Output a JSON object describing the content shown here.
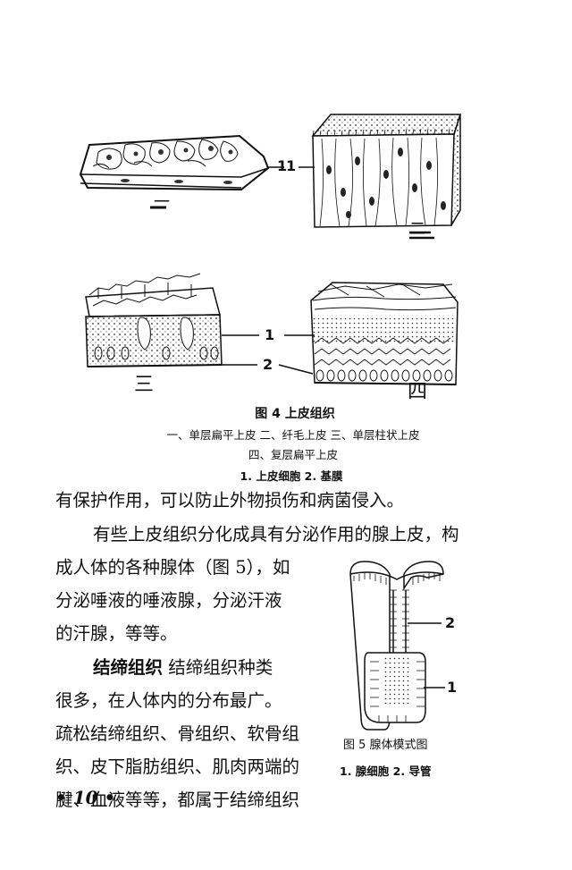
{
  "figure4": {
    "panel_labels": {
      "p1": "一",
      "p2": "二",
      "p3": "三",
      "p4": "四"
    },
    "num_labels": {
      "n1a": "1",
      "n1b": "1",
      "n2": "2"
    },
    "caption_title": "图 4   上皮组织",
    "caption_line1": "一、单层扁平上皮   二、纤毛上皮   三、单层柱状上皮",
    "caption_line2": "四、复层扁平上皮",
    "caption_line3": "1. 上皮细胞   2. 基膜"
  },
  "figure5": {
    "num_labels": {
      "n2": "2",
      "n1": "1"
    },
    "caption_title": "图 5   腺体模式图",
    "caption_legend": "1. 腺细胞   2. 导管"
  },
  "body": {
    "line1": "有保护作用，可以防止外物损伤和病菌侵入。",
    "line2": "有些上皮组织分化成具有分泌作用的腺上皮，构",
    "line3": "成人体的各种腺体（图 5），如",
    "line4": "分泌唾液的唾液腺，分泌汗液",
    "line5": "的汗腺，等等。",
    "line6_term": "结缔组织",
    "line6_rest": "  结缔组织种类",
    "line7": "很多，在人体内的分布最广。",
    "line8": "疏松结缔组织、骨组织、软骨组",
    "line9": "织、皮下脂肪组织、肌肉两端的",
    "line10": "腱、血液等等，都属于结缔组织"
  },
  "page_number": "• 10 •"
}
